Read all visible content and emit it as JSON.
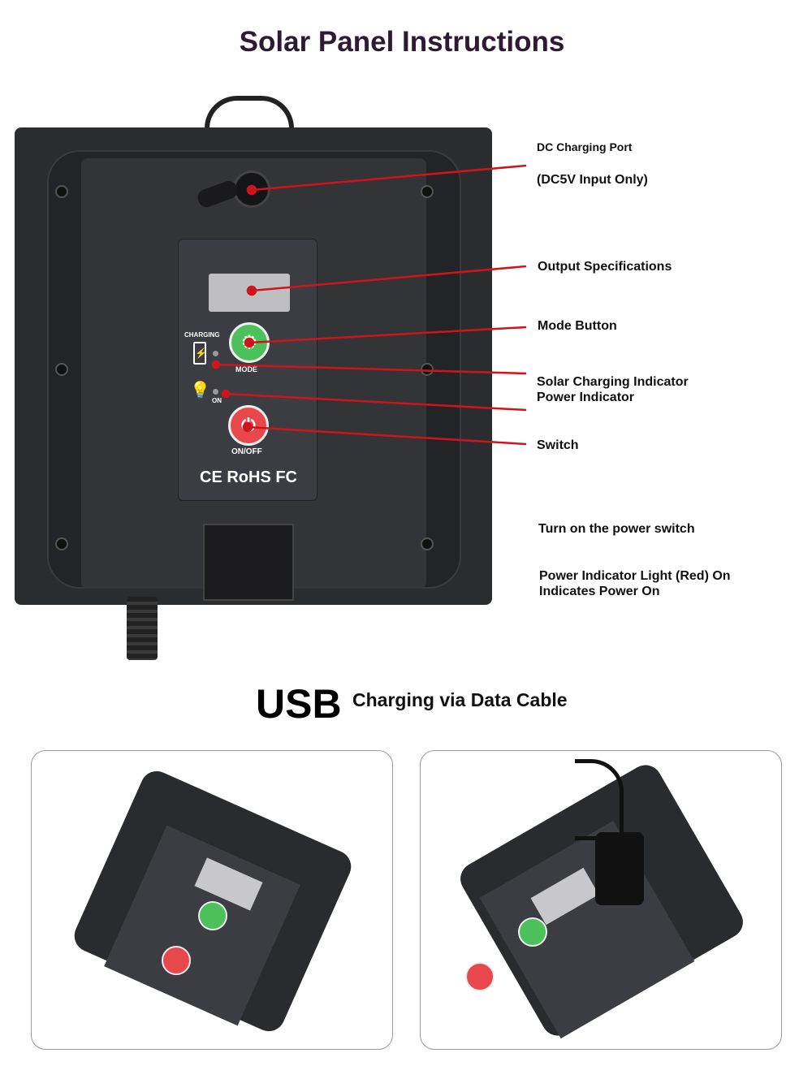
{
  "title": "Solar Panel Instructions",
  "device": {
    "charging_label": "CHARGING",
    "mode_label": "MODE",
    "on_label": "ON",
    "onoff_label": "ON/OFF",
    "cert_label": "CE RoHS FC"
  },
  "callouts": {
    "dc_port": "DC Charging Port",
    "dc_input": "(DC5V Input Only)",
    "output": "Output Specifications",
    "mode": "Mode Button",
    "solar": "Solar Charging Indicator",
    "power": "Power Indicator",
    "switch": "Switch",
    "turn_on": "Turn on the power switch",
    "indicator1": "Power Indicator Light (Red) On",
    "indicator2": "Indicates Power On"
  },
  "usb": {
    "big": "USB",
    "text": "Charging via Data Cable"
  },
  "colors": {
    "callout_line": "#d0141c",
    "mode_button": "#4cc05a",
    "power_button": "#e8474c"
  }
}
